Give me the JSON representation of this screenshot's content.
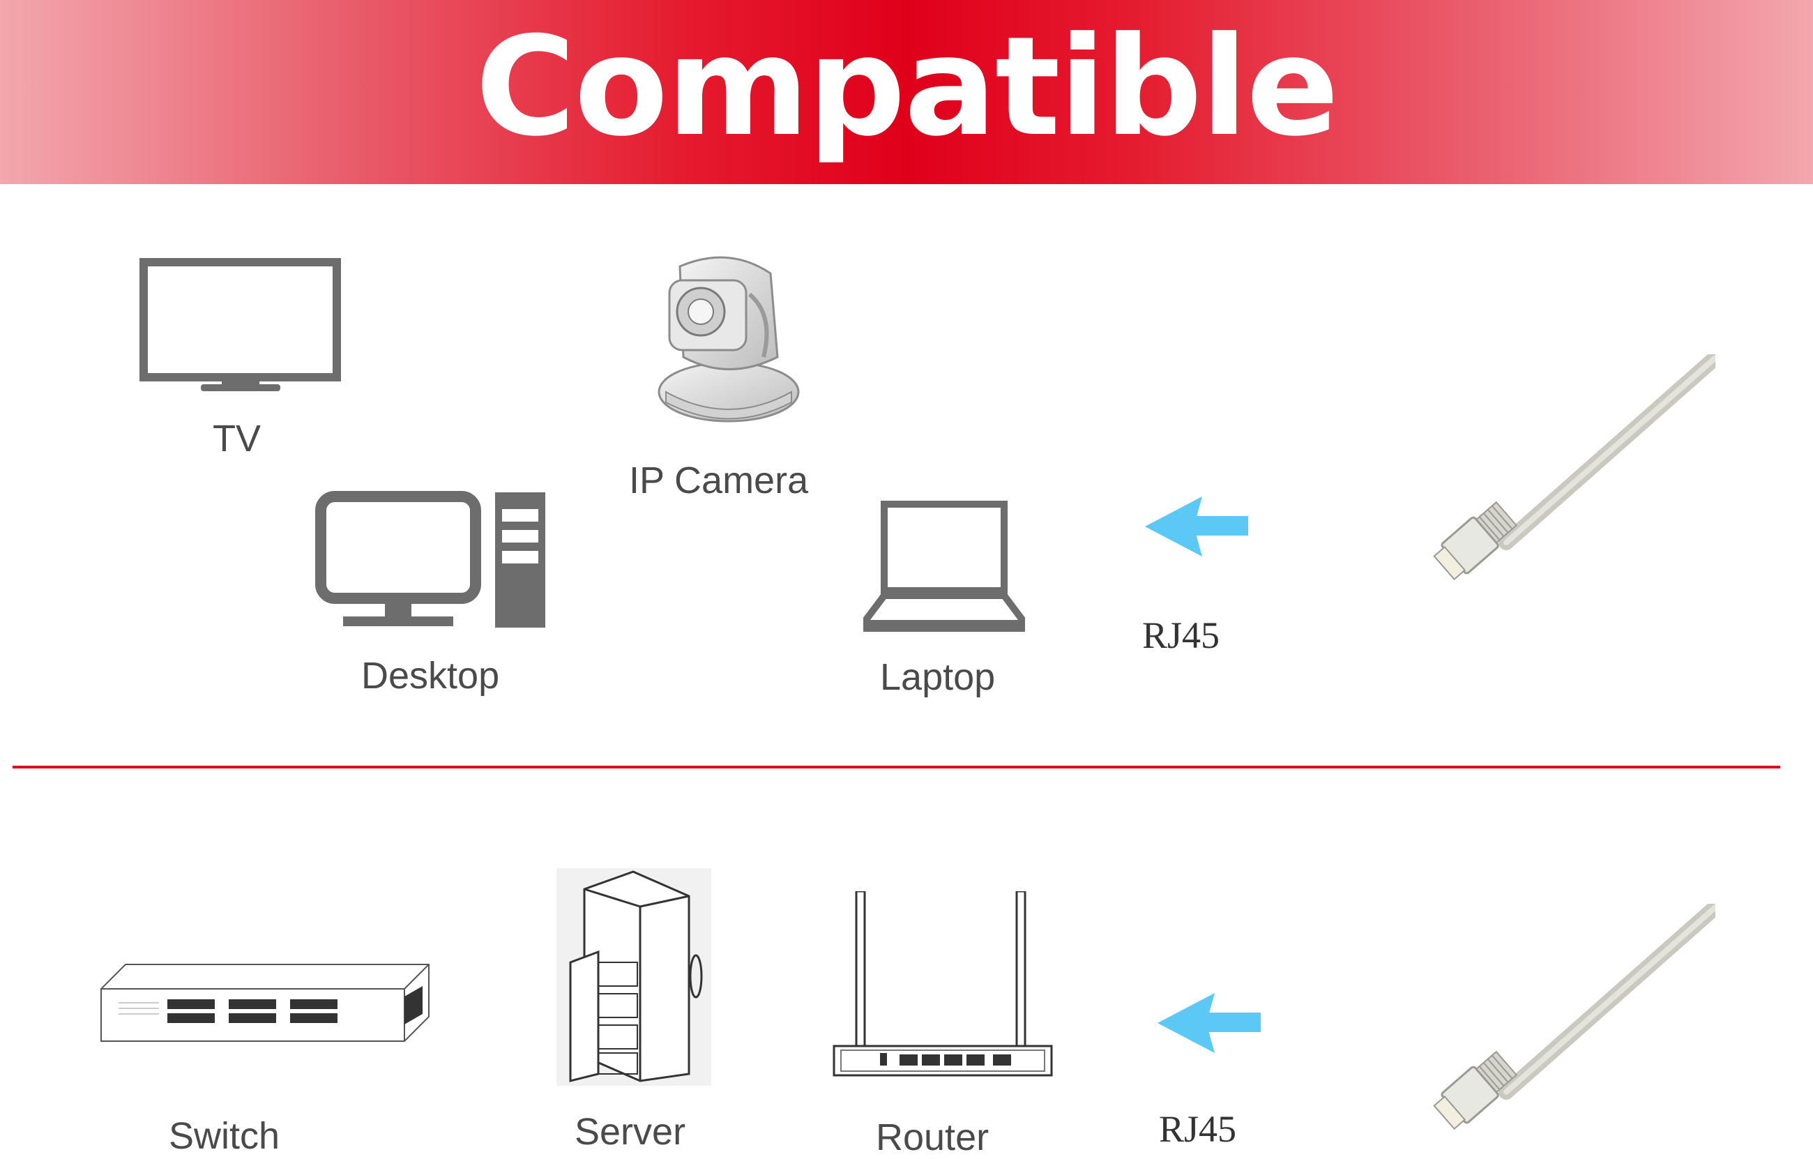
{
  "banner": {
    "title": "Compatible",
    "color": "#e0001a"
  },
  "top_section": {
    "devices": [
      {
        "label": "TV",
        "icon": "tv-icon"
      },
      {
        "label": "IP Camera",
        "icon": "ip-camera-icon"
      },
      {
        "label": "Desktop",
        "icon": "desktop-icon"
      },
      {
        "label": "Laptop",
        "icon": "laptop-icon"
      }
    ],
    "connector_label": "RJ45"
  },
  "bottom_section": {
    "devices": [
      {
        "label": "Switch",
        "icon": "switch-icon"
      },
      {
        "label": "Server",
        "icon": "server-rack-icon"
      },
      {
        "label": "Router",
        "icon": "router-icon"
      }
    ],
    "connector_label": "RJ45"
  },
  "colors": {
    "icon_gray": "#6d6d6d",
    "arrow_blue": "#5bc8f5",
    "divider_red": "#d9101e"
  }
}
